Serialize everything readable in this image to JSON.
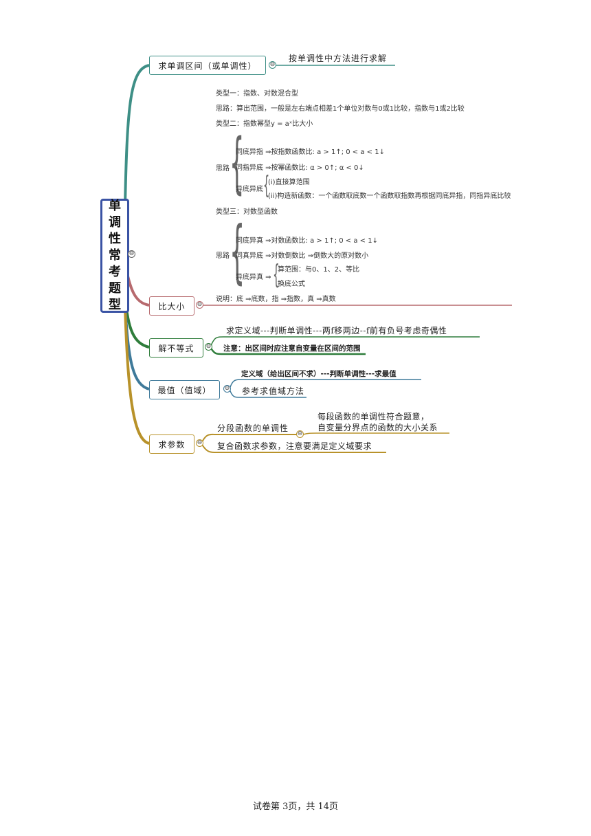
{
  "root": {
    "title_chars": [
      "单",
      "调",
      "性",
      "常",
      "考",
      "题",
      "型"
    ]
  },
  "branches": {
    "interval": {
      "label": "求单调区间（或单调性）",
      "child": "按单调性中方法进行求解"
    },
    "compare": {
      "label": "比大小",
      "type1": "类型一：指数、对数混合型",
      "type1_idea": "思路：算出范围，一般是左右端点相差1个单位对数与0或1比较，指数与1或2比较",
      "type2": "类型二：指数幂型y = aˣ比大小",
      "idea_label": "思路",
      "type2_row1": "同底异指 ⇒按指数函数比: a > 1↑; 0 < a < 1↓",
      "type2_row2": "同指异底 ⇒按幂函数比: α > 0↑; α < 0↓",
      "type2_row3_label": "异底异底",
      "type2_row3_a": "(i)直接算范围",
      "type2_row3_b": "(ii)构造新函数：一个函数取底数一个函数取指数再根据同底异指，同指异底比较",
      "type3": "类型三：对数型函数",
      "type3_row1": "同底异真 ⇒对数函数比: a > 1↑; 0 < a < 1↓",
      "type3_row2": "同真异底 ⇒对数倒数比 ⇒倒数大的原对数小",
      "type3_row3_label": "异底异真 ⇒",
      "type3_row3_a": "算范围：与0、1、2、等比",
      "type3_row3_b": "换底公式",
      "note": "说明：底 ⇒底数，指 ⇒指数，真 ⇒真数"
    },
    "inequality": {
      "label": "解不等式",
      "child1": "求定义域---判断单调性---两f移两边--f前有负号考虑奇偶性",
      "child2": "注意：出区间时应注意自变量在区间的范围"
    },
    "extremum": {
      "label": "最值（值域）",
      "child1": "定义域（给出区间不求）---判断单调性---求最值",
      "child2": "参考求值域方法"
    },
    "parameter": {
      "label": "求参数",
      "child1": "分段函数的单调性",
      "child1_sub_a": "每段函数的单调性符合题意，",
      "child1_sub_b": "自变量分界点的函数的大小关系",
      "child2": "复合函数求参数，注意要满足定义域要求"
    }
  },
  "collapse_symbol": "⊖",
  "colors": {
    "teal": "#3e8f86",
    "red": "#b76a6e",
    "green": "#2f7d3b",
    "blue": "#3f7a9a",
    "gold": "#b8922a",
    "root": "#3a53a4"
  },
  "footer": "试卷第 3页，共 14页"
}
